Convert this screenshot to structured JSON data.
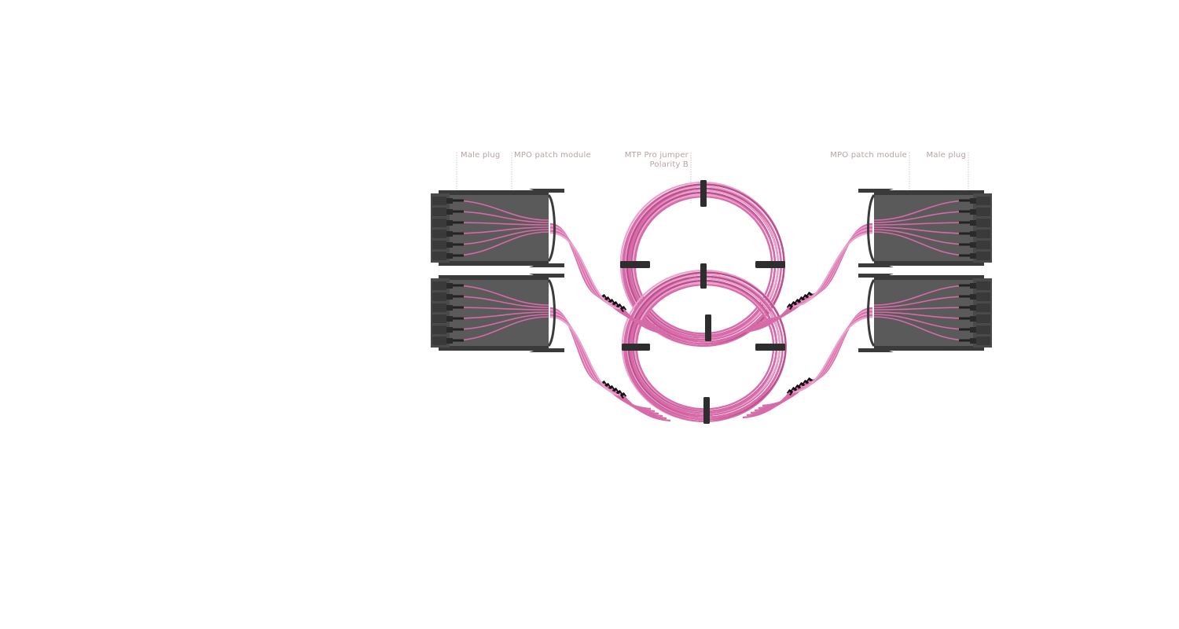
{
  "labels": {
    "left_male_plug": "Male plug",
    "left_mpo_module": "MPO patch module",
    "jumper_line1": "MTP Pro jumper",
    "jumper_line2": "Polarity B",
    "right_mpo_module": "MPO patch module",
    "right_male_plug": "Male plug"
  },
  "colors": {
    "label_text": "#b7a3a3",
    "leader_line": "#c4b6b6",
    "cable": "#d76aa8",
    "cable_light": "#e9a3cc",
    "cable_dark": "#b8508c",
    "module_body": "#5a5a5a",
    "module_dark": "#3a3a3a",
    "module_face": "#4a4a4a",
    "strap": "#2e2e2e",
    "connector_boot": "#111111",
    "background": "#ffffff"
  },
  "components": {
    "modules": [
      "left-top",
      "left-bottom",
      "right-top",
      "right-bottom"
    ],
    "coils": [
      "upper",
      "lower"
    ],
    "fibers_per_module": 6
  }
}
